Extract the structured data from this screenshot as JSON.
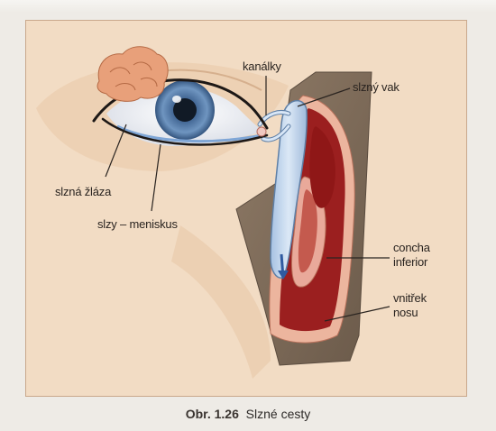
{
  "labels": {
    "kanalky": "kanálky",
    "slzny_vak": "slzný vak",
    "slzna_zlaza": "slzná žláza",
    "slzy_meniskus": "slzy – meniskus",
    "concha_line1": "concha",
    "concha_line2": "inferior",
    "vnitrek_line1": "vnitřek",
    "vnitrek_line2": "nosu"
  },
  "caption": {
    "number": "Obr. 1.26",
    "title": "Slzné cesty"
  },
  "colors": {
    "panel_background": "#f2dcc4",
    "skin_shadow": "#e7c6a5",
    "gland": "#e8a07a",
    "iris": "#5a7fa8",
    "tear_duct": "#bcd3ec",
    "nasal_wall": "#7d6a58",
    "mucosa": "#e9b099",
    "nasal_interior": "#9b1f1f"
  }
}
